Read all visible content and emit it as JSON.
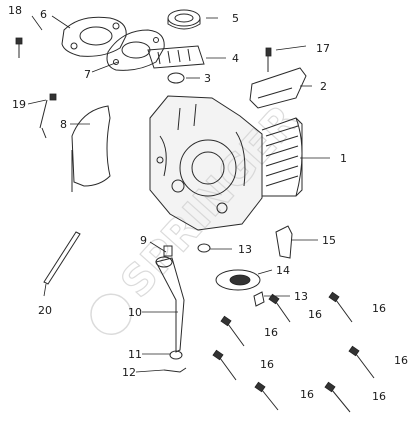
{
  "diagram": {
    "callouts": [
      {
        "id": "1",
        "text": "1"
      },
      {
        "id": "2",
        "text": "2"
      },
      {
        "id": "3",
        "text": "3"
      },
      {
        "id": "4",
        "text": "4"
      },
      {
        "id": "5",
        "text": "5"
      },
      {
        "id": "6",
        "text": "6"
      },
      {
        "id": "7",
        "text": "7"
      },
      {
        "id": "8",
        "text": "8"
      },
      {
        "id": "9",
        "text": "9"
      },
      {
        "id": "10",
        "text": "10"
      },
      {
        "id": "11",
        "text": "11"
      },
      {
        "id": "12",
        "text": "12"
      },
      {
        "id": "13a",
        "text": "13"
      },
      {
        "id": "13b",
        "text": "13"
      },
      {
        "id": "14",
        "text": "14"
      },
      {
        "id": "15",
        "text": "15"
      },
      {
        "id": "16a",
        "text": "16"
      },
      {
        "id": "16b",
        "text": "16"
      },
      {
        "id": "16c",
        "text": "16"
      },
      {
        "id": "16d",
        "text": "16"
      },
      {
        "id": "16e",
        "text": "16"
      },
      {
        "id": "16f",
        "text": "16"
      },
      {
        "id": "16g",
        "text": "16"
      },
      {
        "id": "17",
        "text": "17"
      },
      {
        "id": "18",
        "text": "18"
      },
      {
        "id": "19",
        "text": "19"
      },
      {
        "id": "20",
        "text": "20"
      }
    ],
    "watermark": "SPRINGER"
  }
}
